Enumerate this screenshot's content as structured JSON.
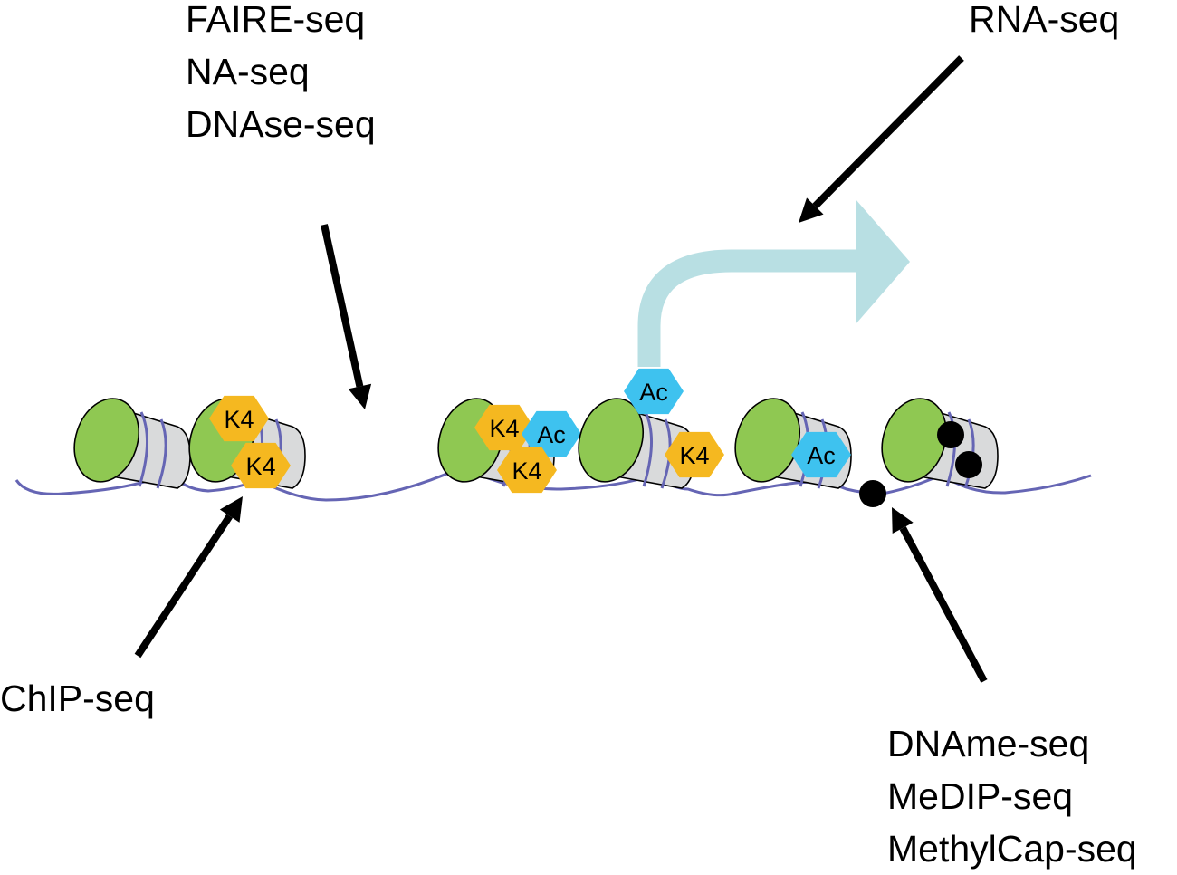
{
  "colors": {
    "dna": "#6565b4",
    "histone_face": "#8fc852",
    "histone_body": "#d9dadb",
    "k4": "#f5b820",
    "ac": "#3ec2ef",
    "methyl": "#000000",
    "transcript": "#b8dfe3",
    "arrow": "#000000"
  },
  "labels": {
    "accessibility": [
      "FAIRE-seq",
      "NA-seq",
      "DNAse-seq"
    ],
    "rna": [
      "RNA-seq"
    ],
    "chip": [
      "ChIP-seq"
    ],
    "methylation": [
      "DNAme-seq",
      "MeDIP-seq",
      "MethylCap-seq"
    ]
  },
  "marks": {
    "k4": "K4",
    "ac": "Ac"
  },
  "nucleosomes": [
    {
      "id": 1,
      "marks": []
    },
    {
      "id": 2,
      "marks": [
        "K4",
        "K4"
      ]
    },
    {
      "id": 3,
      "marks": [
        "K4",
        "Ac",
        "K4"
      ]
    },
    {
      "id": 4,
      "marks": [
        "Ac",
        "K4"
      ],
      "transcribed": true
    },
    {
      "id": 5,
      "marks": [
        "Ac"
      ]
    },
    {
      "id": 6,
      "marks": [
        "methyl",
        "methyl"
      ]
    }
  ],
  "linker_methylation": 1
}
